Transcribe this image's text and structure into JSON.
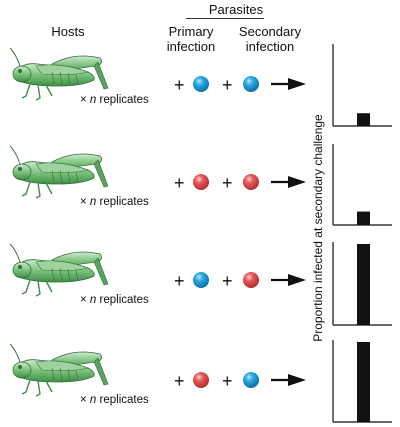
{
  "headers": {
    "hosts": "Hosts",
    "parasites": "Parasites",
    "primary_line1": "Primary",
    "primary_line2": "infection",
    "secondary_line1": "Secondary",
    "secondary_line2": "infection"
  },
  "y_axis_label": "Proportion infected at secondary challenge",
  "rows": [
    {
      "replicates_prefix": "×",
      "replicates_n": "n",
      "replicates_suffix": "replicates",
      "primary_color": "#1a9bd6",
      "secondary_color": "#1a9bd6",
      "proportion": 0.16
    },
    {
      "replicates_prefix": "×",
      "replicates_n": "n",
      "replicates_suffix": "replicates",
      "primary_color": "#e05050",
      "secondary_color": "#e05050",
      "proportion": 0.17
    },
    {
      "replicates_prefix": "×",
      "replicates_n": "n",
      "replicates_suffix": "replicates",
      "primary_color": "#1a9bd6",
      "secondary_color": "#e05050",
      "proportion": 1.0
    },
    {
      "replicates_prefix": "×",
      "replicates_n": "n",
      "replicates_suffix": "replicates",
      "primary_color": "#e05050",
      "secondary_color": "#1a9bd6",
      "proportion": 1.0
    }
  ],
  "icons": {
    "host": "grasshopper-icon",
    "parasite": "parasite-cell-icon",
    "arrow": "arrow-right-icon"
  }
}
